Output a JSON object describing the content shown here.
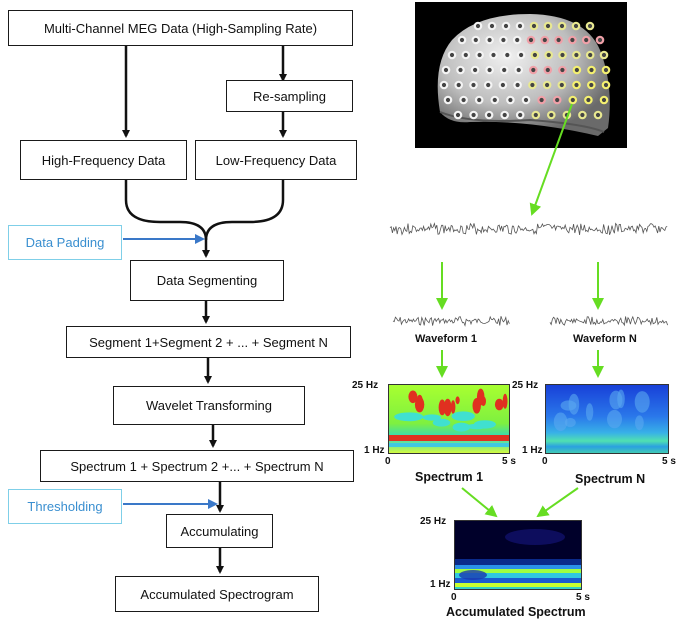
{
  "flow": {
    "meg_data": "Multi-Channel MEG Data (High-Sampling Rate)",
    "resampling": "Re-sampling",
    "high_freq": "High-Frequency Data",
    "low_freq": "Low-Frequency Data",
    "data_padding": "Data Padding",
    "segmenting": "Data Segmenting",
    "segments": "Segment 1+Segment 2 + ... + Segment N",
    "wavelet": "Wavelet Transforming",
    "spectra": "Spectrum 1 + Spectrum 2 +... + Spectrum N",
    "thresholding": "Thresholding",
    "accumulating": "Accumulating",
    "accum_spectrogram": "Accumulated Spectrogram"
  },
  "illustration": {
    "waveform_1": "Waveform 1",
    "waveform_n": "Waveform N",
    "spectrum_1": "Spectrum 1",
    "spectrum_n": "Spectrum N",
    "accumulated_spectrum": "Accumulated Spectrum",
    "y_top": "25 Hz",
    "y_bottom": "1 Hz",
    "x_left": "0",
    "x_right": "5 s"
  },
  "colors": {
    "arrow_black": "#111111",
    "arrow_blue": "#3a78c8",
    "arrow_green": "#66dd22",
    "side_border": "#7fcfe8"
  }
}
